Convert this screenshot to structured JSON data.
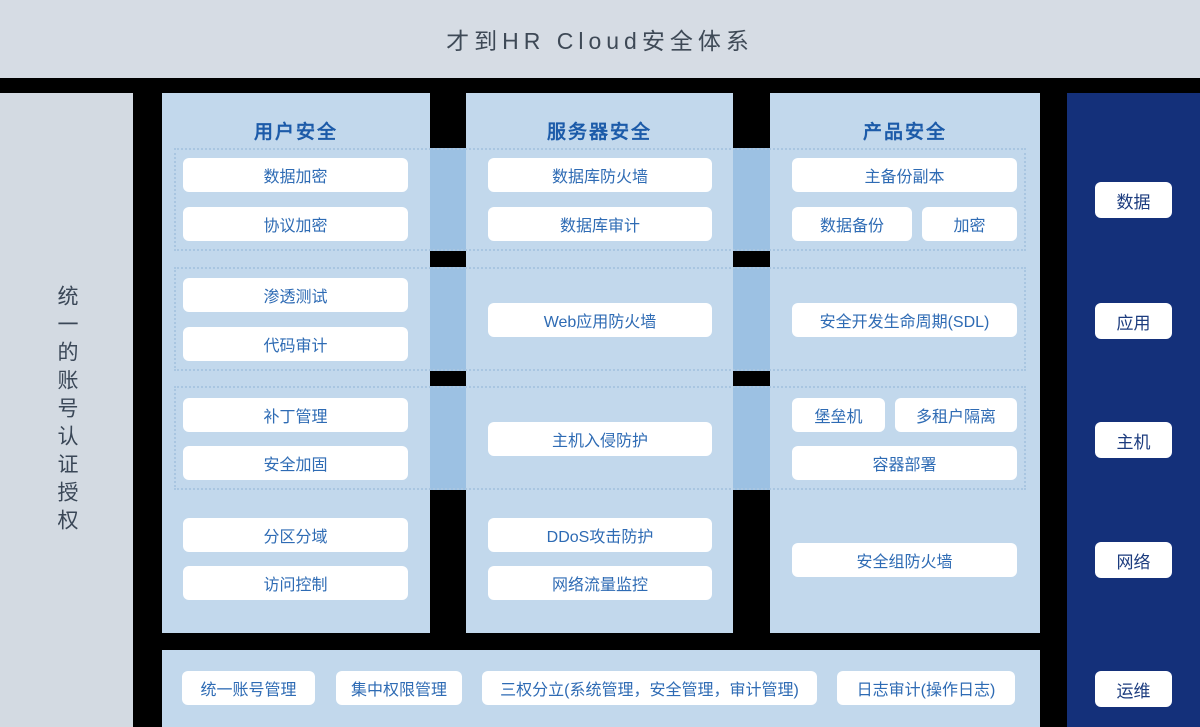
{
  "header": {
    "title": "才到HR Cloud安全体系"
  },
  "left_rail": {
    "label": "统一的账号认证授权"
  },
  "columns": [
    {
      "title": "用户安全",
      "groups": [
        {
          "items": [
            "数据加密",
            "协议加密"
          ]
        },
        {
          "items": [
            "渗透测试",
            "代码审计"
          ]
        },
        {
          "items": [
            "补丁管理",
            "安全加固"
          ]
        },
        {
          "items": [
            "分区分域",
            "访问控制"
          ]
        }
      ]
    },
    {
      "title": "服务器安全",
      "groups": [
        {
          "items": [
            "数据库防火墙",
            "数据库审计"
          ]
        },
        {
          "items": [
            "Web应用防火墙"
          ]
        },
        {
          "items": [
            "主机入侵防护"
          ]
        },
        {
          "items": [
            "DDoS攻击防护",
            "网络流量监控"
          ]
        }
      ]
    },
    {
      "title": "产品安全",
      "groups": [
        {
          "items": [
            "主备份副本",
            "数据备份",
            "加密"
          ]
        },
        {
          "items": [
            "安全开发生命周期(SDL)"
          ]
        },
        {
          "items": [
            "堡垒机",
            "多租户隔离",
            "容器部署"
          ]
        },
        {
          "items": [
            "安全组防火墙"
          ]
        }
      ]
    }
  ],
  "right_rail": {
    "items": [
      "数据",
      "应用",
      "主机",
      "网络",
      "运维"
    ]
  },
  "bottom_bar": {
    "items": [
      "统一账号管理",
      "集中权限管理",
      "三权分立(系统管理，安全管理，审计管理)",
      "日志审计(操作日志)"
    ]
  },
  "colors": {
    "background": "#000000",
    "header_bg": "#d6dce4",
    "left_rail_bg": "#d3dae2",
    "panel_bg": "#c2d8ec",
    "connector_bg": "#9cc1e3",
    "right_rail_bg": "#14307a",
    "chip_text": "#2e6bb4",
    "column_title_text": "#1c5ba9",
    "title_text": "#3e4956"
  }
}
